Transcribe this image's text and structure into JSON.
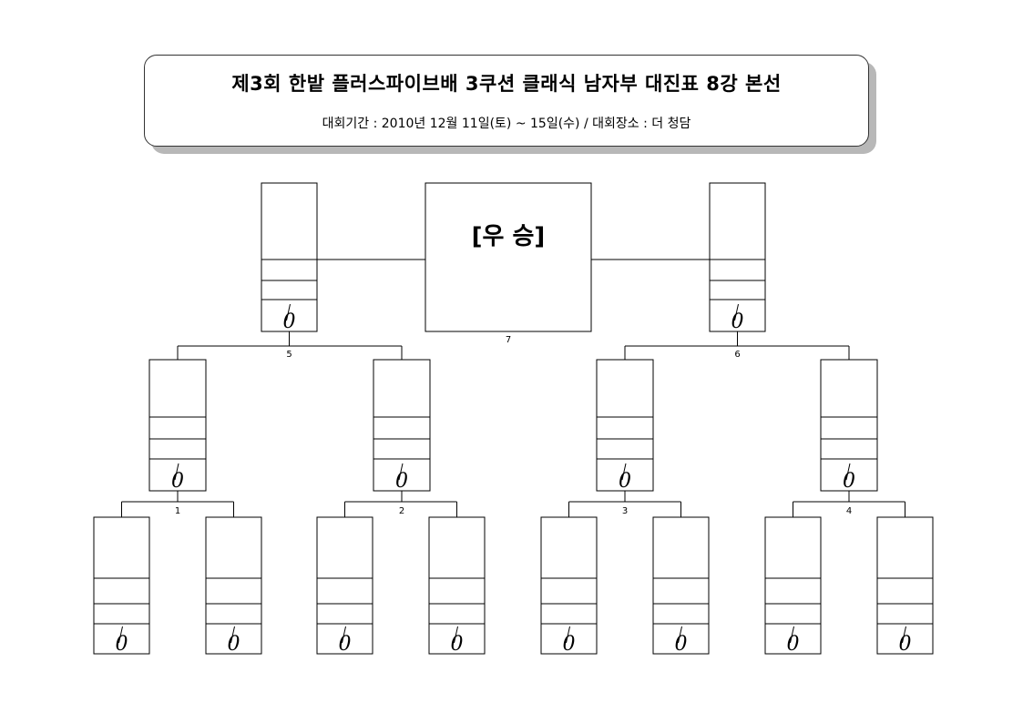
{
  "header": {
    "title": "제3회 한밭 플러스파이브배 3쿠션 클래식 남자부 대진표 8강 본선",
    "subtitle": "대회기간 : 2010년 12월 11일(토) ~ 15일(수) /  대회장소 : 더 청담"
  },
  "bracket": {
    "champion_label": "[우    승]",
    "match_numbers": [
      "1",
      "2",
      "3",
      "4",
      "5",
      "6",
      "7"
    ],
    "score_placeholder": "0"
  }
}
